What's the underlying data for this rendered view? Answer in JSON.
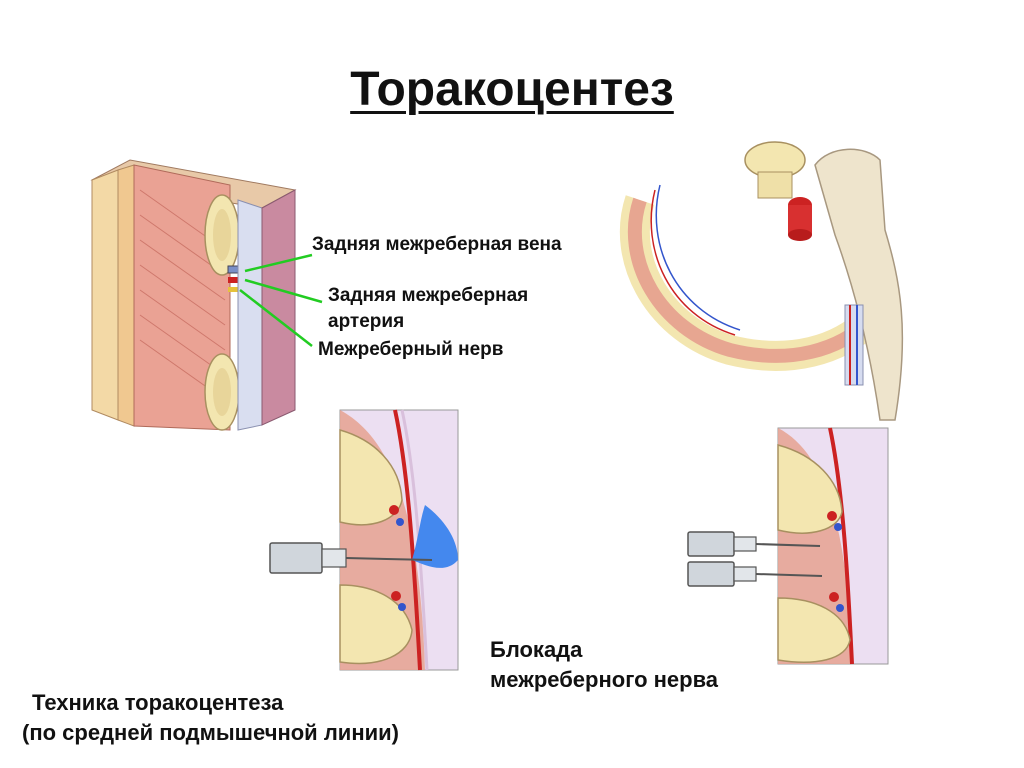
{
  "title": "Торакоцентез",
  "labels": {
    "vein": "Задняя межреберная вена",
    "artery_line1": "Задняя межреберная",
    "artery_line2": "артерия",
    "nerve": "Межреберный нерв"
  },
  "captions": {
    "block_line1": "Блокада",
    "block_line2": "межреберного нерва",
    "technique_line1": "Техника торакоцентеза",
    "technique_line2": "(по средней подмышечной линии)"
  },
  "colors": {
    "leader_line": "#22cc22",
    "bone": "#f3e6b0",
    "muscle": "#e9968a",
    "membrane": "#ddd2ee",
    "artery": "#cc2222",
    "vein": "#3355cc",
    "fluid": "#4488ee"
  }
}
